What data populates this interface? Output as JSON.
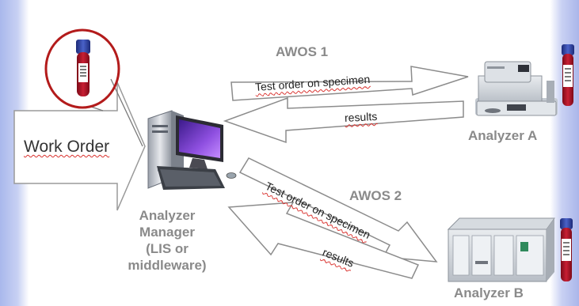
{
  "diagram": {
    "work_order": "Work Order",
    "awos1": "AWOS 1",
    "awos2": "AWOS 2",
    "arrow_a_forward": "Test order on specimen",
    "arrow_a_back": "results",
    "arrow_b_forward": "Test order on specimen",
    "arrow_b_back": "results",
    "manager_lines": [
      "Analyzer",
      "Manager",
      "(LIS or",
      "middleware)"
    ],
    "analyzer_a": "Analyzer A",
    "analyzer_b": "Analyzer B"
  },
  "colors": {
    "tube_cap": "#2d3f9c",
    "tube_blood": "#a31225",
    "circle": "#b31b1b",
    "monitor": "#6a35b8"
  }
}
